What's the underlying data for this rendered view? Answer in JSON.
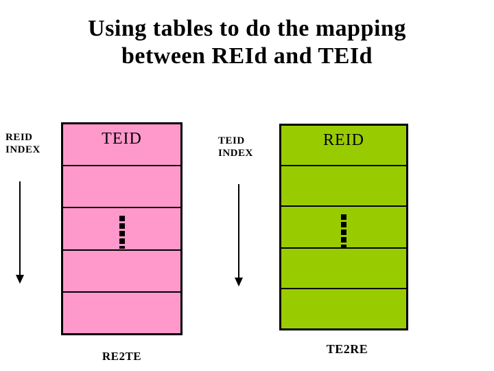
{
  "title": {
    "line1": "Using tables to do the mapping",
    "line2": "between REId and TEId"
  },
  "index_labels": {
    "left": {
      "line1": "REID",
      "line2": "INDEX"
    },
    "middle": {
      "line1": "TEID",
      "line2": "INDEX"
    }
  },
  "tables": {
    "re2te": {
      "header": "TEID",
      "caption": "RE2TE",
      "fill": "#ff99cc",
      "row_count": 5,
      "ellipsis_row_index": 2
    },
    "te2re": {
      "header": "REID",
      "caption": "TE2RE",
      "fill": "#99cc00",
      "row_count": 5,
      "ellipsis_row_index": 2
    }
  },
  "icons": {
    "left_arrow": "down-arrow",
    "middle_arrow": "down-arrow",
    "ellipsis": "vertical-ellipsis"
  },
  "colors": {
    "slide_background": "#ffffff",
    "title_text": "#000000",
    "table_border": "#000000",
    "pink_fill": "#ff99cc",
    "green_fill": "#99cc00"
  }
}
